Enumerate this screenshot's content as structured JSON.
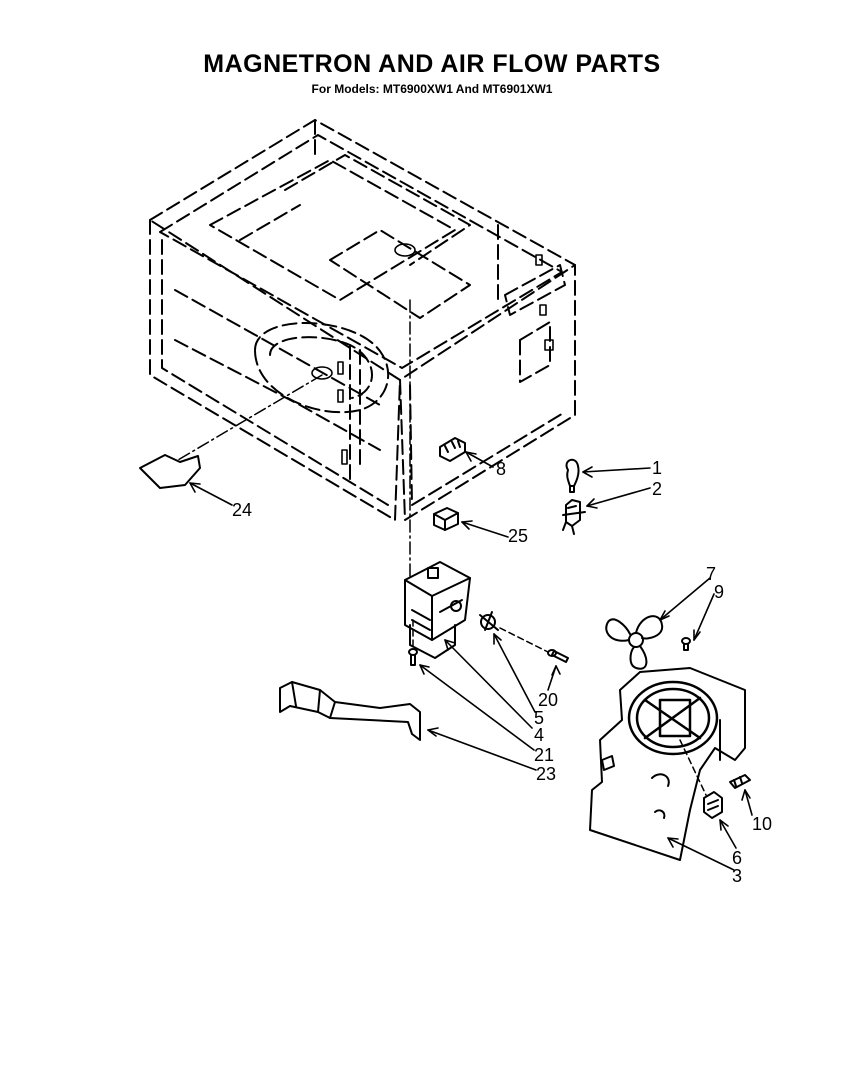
{
  "header": {
    "title": "MAGNETRON AND AIR FLOW PARTS",
    "subtitle": "For Models: MT6900XW1 And MT6901XW1"
  },
  "callouts": {
    "c1": "1",
    "c2": "2",
    "c3": "3",
    "c4": "4",
    "c5": "5",
    "c6": "6",
    "c7": "7",
    "c8": "8",
    "c9": "9",
    "c10": "10",
    "c20": "20",
    "c21": "21",
    "c23": "23",
    "c24": "24",
    "c25": "25"
  }
}
